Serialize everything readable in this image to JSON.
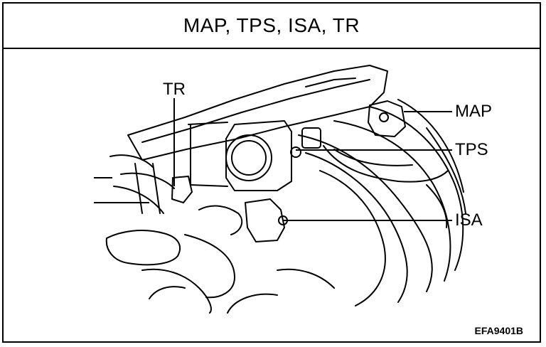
{
  "title": "MAP, TPS, ISA, TR",
  "labels": {
    "tr": "TR",
    "map": "MAP",
    "tps": "TPS",
    "isa": "ISA"
  },
  "figure_code": "EFA9401B"
}
